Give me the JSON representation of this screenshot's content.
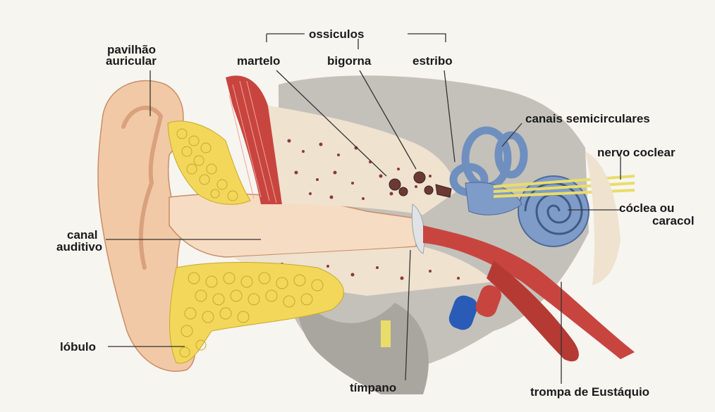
{
  "labels": {
    "ossiculos": "ossiculos",
    "martelo": "martelo",
    "bigorna": "bigorna",
    "estribo": "estribo",
    "pavilhao_1": "pavilhão",
    "pavilhao_2": "auricular",
    "canais": "canais semicirculares",
    "nervo": "nervo coclear",
    "coclea_1": "cóclea ou",
    "coclea_2": "caracol",
    "canal_1": "canal",
    "canal_2": "auditivo",
    "lobulo": "lóbulo",
    "timpano": "tímpano",
    "trompa": "trompa de Eustáquio"
  },
  "colors": {
    "skin": "#f2c9a6",
    "skin_shadow": "#d9a17c",
    "fat": "#f2d75a",
    "bone": "#efe2cf",
    "bone_spots": "#8a3a3a",
    "muscle": "#c8453f",
    "cochlea": "#6f8fbf",
    "nerve": "#e9dd6a",
    "grey_tissue": "#b7b4ae"
  }
}
